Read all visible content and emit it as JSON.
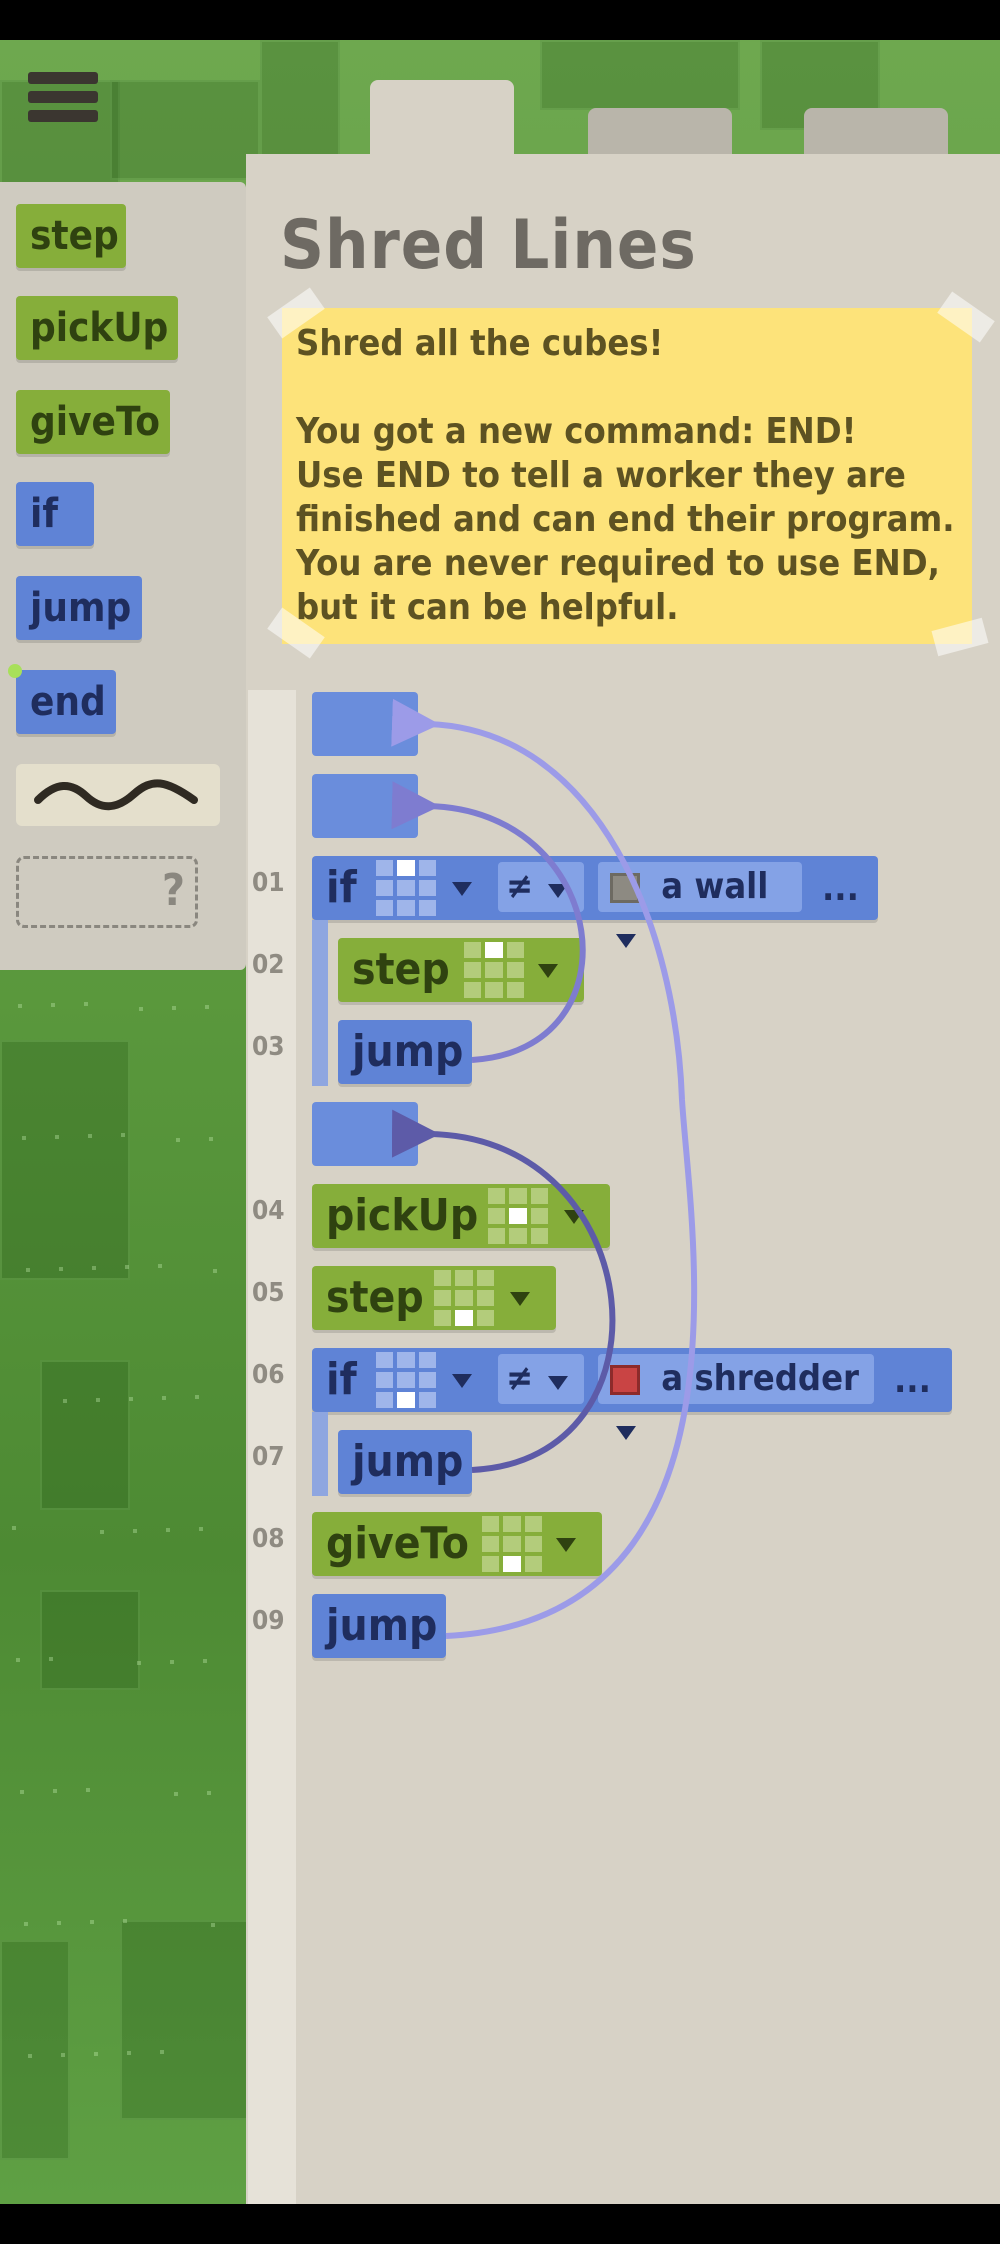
{
  "level": {
    "title": "Shred Lines"
  },
  "note": {
    "text": "Shred all the cubes!\n\nYou got a new command: END!\nUse END to tell a worker they are finished and can end their program. You are never required to use END, but it can be helpful."
  },
  "palette": {
    "items": [
      "step",
      "pickUp",
      "giveTo",
      "if",
      "jump",
      "end"
    ],
    "unknown_label": "?"
  },
  "program": {
    "line_numbers": [
      "01",
      "02",
      "03",
      "04",
      "05",
      "06",
      "07",
      "08",
      "09"
    ],
    "line1": {
      "keyword": "if",
      "operator": "≠",
      "target": "a wall",
      "more": "..."
    },
    "line2": {
      "label": "step"
    },
    "line3": {
      "label": "jump"
    },
    "line4": {
      "label": "pickUp"
    },
    "line5": {
      "label": "step"
    },
    "line6": {
      "keyword": "if",
      "operator": "≠",
      "target": "a shredder",
      "more": "..."
    },
    "line7": {
      "label": "jump"
    },
    "line8": {
      "label": "giveTo"
    },
    "line9": {
      "label": "jump"
    }
  },
  "colors": {
    "green_block": "#86ae3a",
    "blue_block": "#5f83d6",
    "note_yellow": "#fde37a",
    "arrow_purple": "#9c9be8"
  }
}
